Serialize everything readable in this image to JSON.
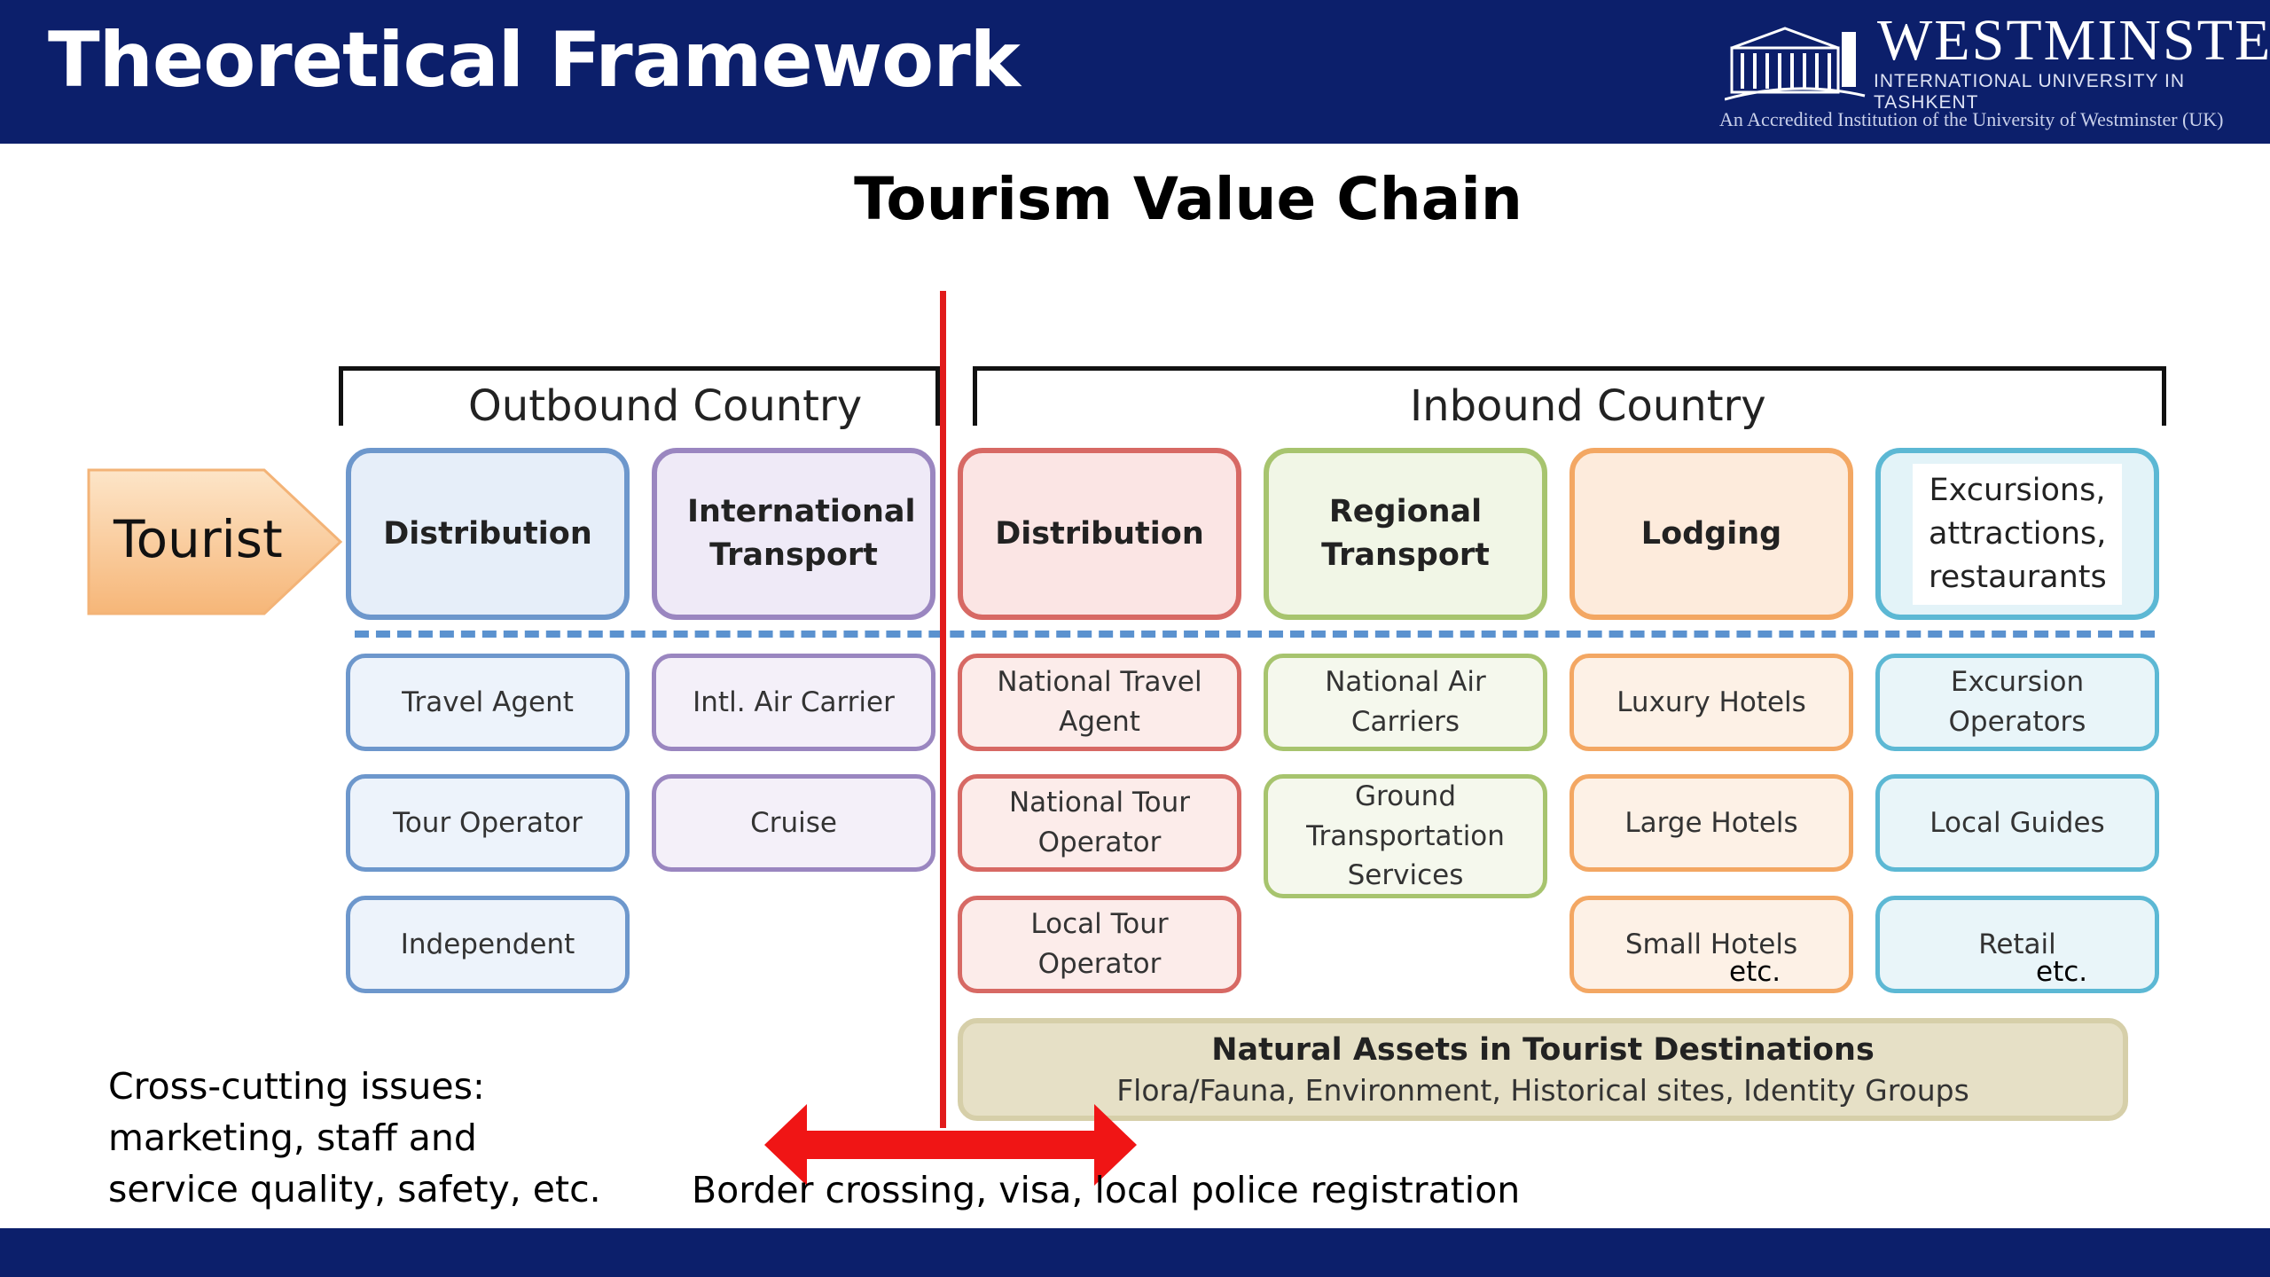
{
  "header": {
    "title": "Theoretical Framework",
    "logo": {
      "name": "WESTMINSTER",
      "subtitle": "INTERNATIONAL UNIVERSITY IN TASHKENT",
      "accreditation": "An Accredited Institution of the University of Westminster (UK)"
    }
  },
  "diagram": {
    "title": "Tourism Value Chain",
    "tourist": "Tourist",
    "outbound": {
      "label": "Outbound Country",
      "distribution": {
        "label": "Distribution",
        "items": [
          "Travel Agent",
          "Tour Operator",
          "Independent"
        ]
      },
      "transport": {
        "label": "International Transport",
        "items": [
          "Intl. Air Carrier",
          "Cruise"
        ]
      }
    },
    "inbound": {
      "label": "Inbound Country",
      "distribution": {
        "label": "Distribution",
        "items": [
          "National Travel Agent",
          "National Tour Operator",
          "Local Tour Operator"
        ]
      },
      "transport": {
        "label": "Regional Transport",
        "items": [
          "National Air Carriers",
          "Ground Transportation Services"
        ]
      },
      "lodging": {
        "label": "Lodging",
        "items": [
          "Luxury Hotels",
          "Large Hotels",
          "Small Hotels"
        ],
        "etc": "etc."
      },
      "excursions": {
        "label": "Excursions, attractions, restaurants",
        "items": [
          "Excursion Operators",
          "Local Guides",
          "Retail"
        ],
        "etc": "etc."
      }
    },
    "natural_assets": {
      "title": "Natural Assets in Tourist Destinations",
      "subtitle": "Flora/Fauna, Environment, Historical sites, Identity Groups"
    },
    "cross_cutting": "Cross-cutting issues: marketing, staff and service quality, safety, etc.",
    "border": "Border crossing, visa, local police registration"
  },
  "colors": {
    "header": "#0c1f6b",
    "divider": "#e11b1b",
    "dashed": "#5b92cf",
    "outbound_distribution": "#6d97cc",
    "international_transport": "#9a86c0",
    "inbound_distribution": "#d76964",
    "regional_transport": "#a7c46e",
    "lodging": "#f3a763",
    "excursions": "#5cb8d4"
  }
}
